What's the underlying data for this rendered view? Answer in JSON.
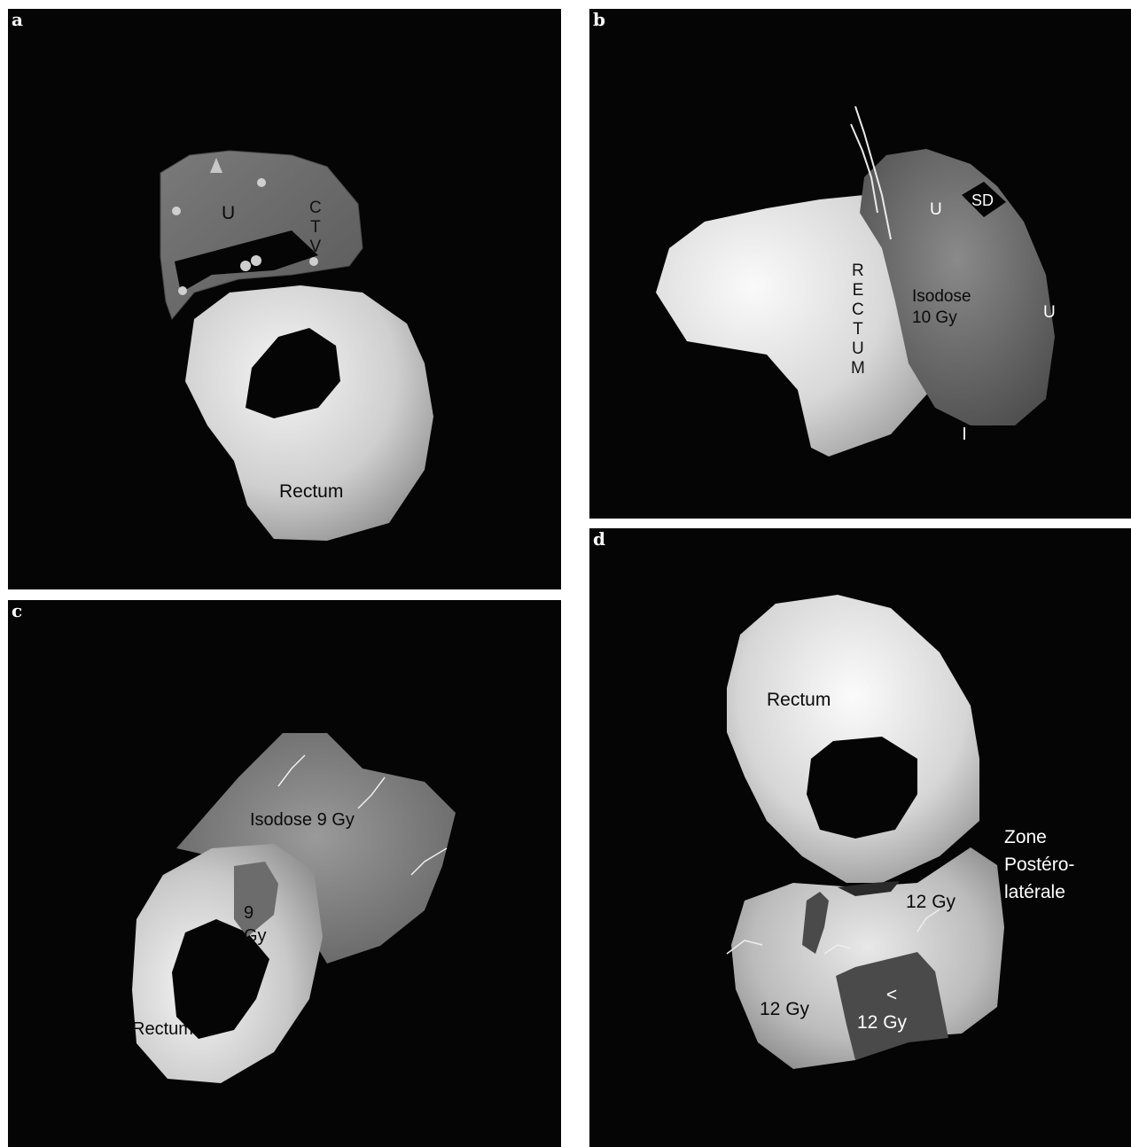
{
  "panels": {
    "a": {
      "letter": "a",
      "labels": {
        "uterus": "U",
        "ctv": [
          "C",
          "T",
          "V"
        ],
        "rectum": "Rectum"
      }
    },
    "b": {
      "letter": "b",
      "labels": {
        "u_top": "U",
        "sd": "SD",
        "u_right": "U",
        "rectum": [
          "R",
          "E",
          "C",
          "T",
          "U",
          "M"
        ],
        "isodose_line1": "Isodose",
        "isodose_line2": "10 Gy"
      }
    },
    "c": {
      "letter": "c",
      "labels": {
        "isodose": "Isodose 9 Gy",
        "dose_line1": "9",
        "dose_line2": "Gy",
        "rectum": "Rectum"
      }
    },
    "d": {
      "letter": "d",
      "labels": {
        "rectum": "Rectum",
        "zone_line1": "Zone",
        "zone_line2": "Postéro-",
        "zone_line3": "latérale",
        "dose_right": "12 Gy",
        "dose_left": "12 Gy",
        "low_line1": "<",
        "low_line2": "12 Gy"
      }
    }
  },
  "colors": {
    "background": "#050505",
    "surface_light": "#e6e6e6",
    "surface_dark": "#6a6a6a",
    "low_dose": "#4a4a4a"
  }
}
